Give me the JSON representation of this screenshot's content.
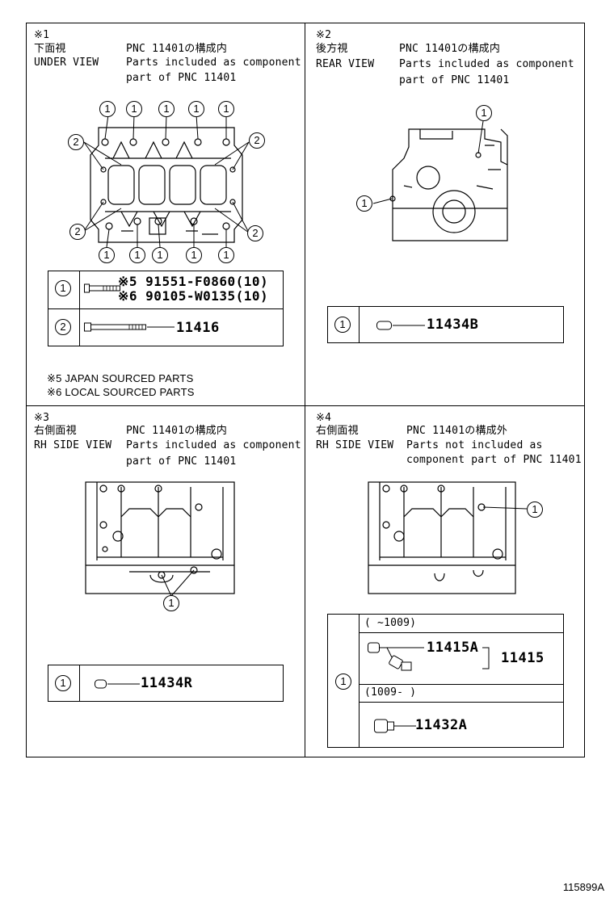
{
  "panels": {
    "p1": {
      "mark": "※1",
      "jp": "下面視",
      "en": "UNDER VIEW",
      "pnc_jp": "PNC 11401の構成内",
      "desc1": "Parts included as component",
      "desc2": "part of PNC 11401",
      "rows": [
        {
          "no": "1",
          "p1": "※5 91551-F0860(10)",
          "p2": "※6 90105-W0135(10)"
        },
        {
          "no": "2",
          "p1": "11416"
        }
      ],
      "note1": "※5 JAPAN SOURCED PARTS",
      "note2": "※6 LOCAL SOURCED PARTS",
      "callout1": "1",
      "callout2": "2"
    },
    "p2": {
      "mark": "※2",
      "jp": "後方視",
      "en": "REAR VIEW",
      "pnc_jp": "PNC 11401の構成内",
      "desc1": "Parts included as component",
      "desc2": "part of PNC 11401",
      "rows": [
        {
          "no": "1",
          "p1": "11434B"
        }
      ],
      "callout": "1"
    },
    "p3": {
      "mark": "※3",
      "jp": "右側面視",
      "en": "RH SIDE VIEW",
      "pnc_jp": "PNC 11401の構成内",
      "desc1": "Parts included as component",
      "desc2": "part of PNC 11401",
      "rows": [
        {
          "no": "1",
          "p1": "11434R"
        }
      ],
      "callout": "1"
    },
    "p4": {
      "mark": "※4",
      "jp": "右側面視",
      "en": "RH SIDE VIEW",
      "pnc_jp": "PNC 11401の構成外",
      "desc1": "Parts not included as",
      "desc2": "component part of PNC 11401",
      "rows": [
        {
          "no": "1",
          "range1": "(      ~1009)",
          "p1": "11415A",
          "p2": "11415",
          "range2": "(1009-      )",
          "p3": "11432A"
        }
      ],
      "callout": "1"
    }
  },
  "drawing_code": "115899A"
}
